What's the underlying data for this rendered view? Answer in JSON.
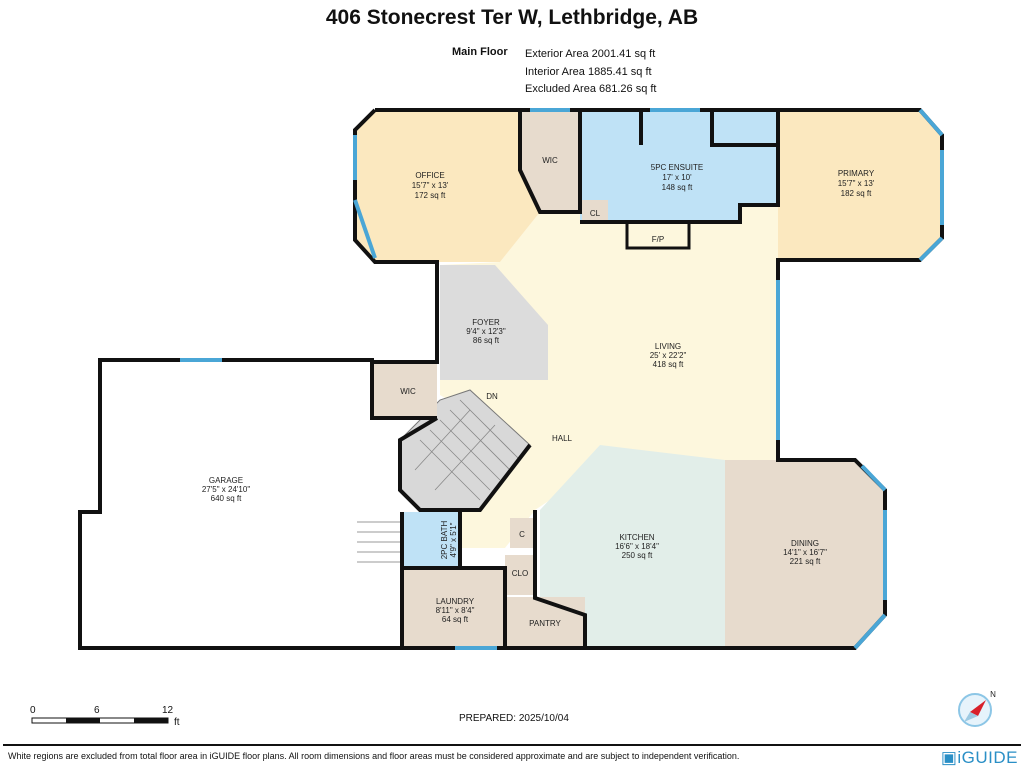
{
  "header": {
    "title": "406 Stonecrest Ter W, Lethbridge, AB"
  },
  "summary": {
    "floor": "Main Floor",
    "exterior": "Exterior Area 2001.41 sq ft",
    "interior": "Interior Area 1885.41 sq ft",
    "excluded": "Excluded Area 681.26 sq ft"
  },
  "rooms": {
    "office": {
      "name": "OFFICE",
      "dims": "15'7\" x 13'",
      "area": "172 sq ft"
    },
    "wic_top": {
      "name": "WIC"
    },
    "ensuite": {
      "name": "5PC ENSUITE",
      "dims": "17' x 10'",
      "area": "148 sq ft"
    },
    "cl": {
      "name": "CL"
    },
    "fp": {
      "name": "F/P"
    },
    "primary": {
      "name": "PRIMARY",
      "dims": "15'7\" x 13'",
      "area": "182 sq ft"
    },
    "foyer": {
      "name": "FOYER",
      "dims": "9'4\" x 12'3\"",
      "area": "86 sq ft"
    },
    "living": {
      "name": "LIVING",
      "dims": "25' x 22'2\"",
      "area": "418 sq ft"
    },
    "wic_mid": {
      "name": "WIC"
    },
    "dn": {
      "name": "DN"
    },
    "hall": {
      "name": "HALL"
    },
    "garage": {
      "name": "GARAGE",
      "dims": "27'5\" x 24'10\"",
      "area": "640 sq ft"
    },
    "bath": {
      "name": "2PC BATH",
      "dims": "4'9\" x 5'1\""
    },
    "c": {
      "name": "C"
    },
    "clo": {
      "name": "CLO"
    },
    "kitchen": {
      "name": "KITCHEN",
      "dims": "16'6\" x 18'4\"",
      "area": "250 sq ft"
    },
    "dining": {
      "name": "DINING",
      "dims": "14'1\" x 16'7\"",
      "area": "221 sq ft"
    },
    "laundry": {
      "name": "LAUNDRY",
      "dims": "8'11\" x 8'4\"",
      "area": "64 sq ft"
    },
    "pantry": {
      "name": "PANTRY"
    }
  },
  "scale": {
    "t0": "0",
    "t1": "6",
    "t2": "12",
    "unit": "ft"
  },
  "prepared": "PREPARED: 2025/10/04",
  "compass": {
    "north": "N"
  },
  "footer": {
    "disclaimer": "White regions are excluded from total floor area in iGUIDE floor plans. All room dimensions and floor areas must be considered approximate and are subject to independent verification.",
    "logo": "iGUIDE"
  },
  "colors": {
    "bedroom": "#fbe8bf",
    "bath": "#bfe2f6",
    "living": "#fdf7dd",
    "utility": "#e7dbcd",
    "foyer": "#dcdcdc",
    "kitchen": "#e2eee9",
    "window": "#4aa6d6",
    "wall": "#111111"
  }
}
